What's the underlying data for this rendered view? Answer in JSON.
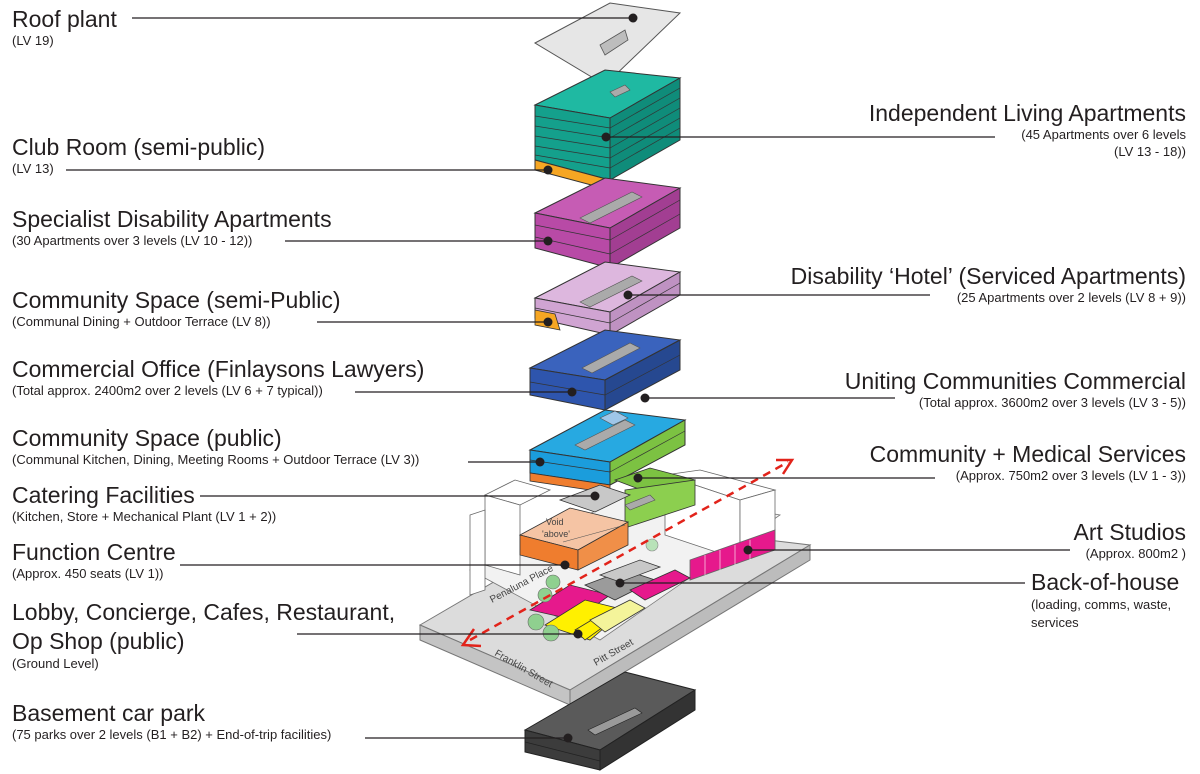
{
  "labels": {
    "roof_plant": {
      "title": "Roof plant",
      "sub": "(LV 19)"
    },
    "club_room": {
      "title": "Club Room (semi-public)",
      "sub": "(LV 13)"
    },
    "sda": {
      "title": "Specialist Disability Apartments",
      "sub": "(30 Apartments over 3 levels (LV 10 - 12))"
    },
    "community_semi": {
      "title": "Community Space (semi-Public)",
      "sub": "(Communal Dining + Outdoor Terrace (LV 8))"
    },
    "commercial_office": {
      "title": "Commercial Office (Finlaysons Lawyers)",
      "sub": "(Total approx. 2400m2 over 2 levels (LV 6 + 7 typical))"
    },
    "community_public": {
      "title": "Community Space (public)",
      "sub": "(Communal Kitchen, Dining, Meeting Rooms + Outdoor Terrace (LV 3))"
    },
    "catering": {
      "title": "Catering Facilities",
      "sub": "(Kitchen, Store + Mechanical Plant (LV 1 + 2))"
    },
    "function_centre": {
      "title": "Function Centre",
      "sub": "(Approx. 450 seats (LV 1))"
    },
    "lobby": {
      "title_1": "Lobby, Concierge, Cafes, Restaurant,",
      "title_2": "Op Shop (public)",
      "sub": "(Ground Level)"
    },
    "basement": {
      "title": "Basement car park",
      "sub": "(75 parks over 2 levels (B1 + B2) + End-of-trip facilities)"
    },
    "ila": {
      "title": "Independent Living Apartments",
      "sub_1": "(45 Apartments over 6 levels",
      "sub_2": "(LV 13 - 18))"
    },
    "hotel": {
      "title": "Disability ‘Hotel’ (Serviced Apartments)",
      "sub": "(25 Apartments over 2 levels (LV 8 + 9))"
    },
    "uniting": {
      "title": "Uniting Communities Commercial",
      "sub": "(Total approx. 3600m2 over 3 levels (LV 3 - 5))"
    },
    "medical": {
      "title": "Community + Medical Services",
      "sub": "(Approx. 750m2 over 3 levels (LV 1 - 3))"
    },
    "art": {
      "title": "Art Studios",
      "sub": "(Approx. 800m2 )"
    },
    "boh": {
      "title": "Back-of-house",
      "sub_1": "(loading, comms, waste,",
      "sub_2": "services"
    }
  },
  "site_text": {
    "void_1": "Void",
    "void_2": "'above'",
    "penaluna": "Penaluna Place",
    "franklin": "Franklin Street",
    "pitt": "Pitt Street"
  },
  "colors": {
    "roof": "#e6e6e6",
    "ila_teal": "#14a08c",
    "club_orange": "#f6a623",
    "sda_magenta": "#b84aa6",
    "hotel_lilac": "#d0a4d2",
    "office_blue": "#2e55ad",
    "uniting_cyan": "#1b9ddc",
    "community_green": "#7cc242",
    "catering_grey": "#c8c8c8",
    "function_orange": "#ef7d2e",
    "lobby_yellow": "#fff000",
    "lobby_magenta": "#e6198c",
    "basement_dark": "#4a4a4a",
    "arrow_red": "#e2231a"
  }
}
